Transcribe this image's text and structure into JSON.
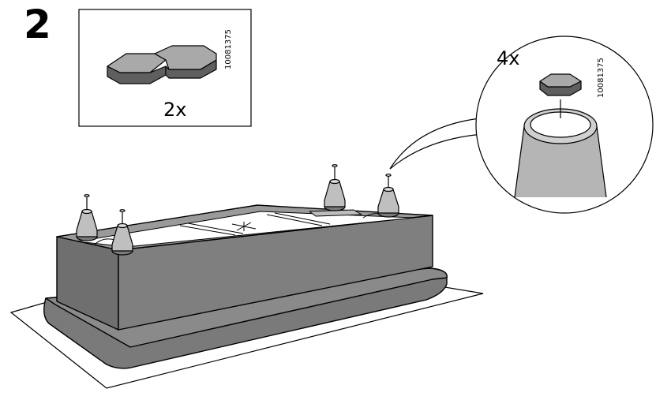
{
  "step": {
    "number": "2"
  },
  "parts_box": {
    "part_number": "10081375",
    "quantity": "2x"
  },
  "callout": {
    "part_number": "10081375",
    "quantity": "4x"
  }
}
